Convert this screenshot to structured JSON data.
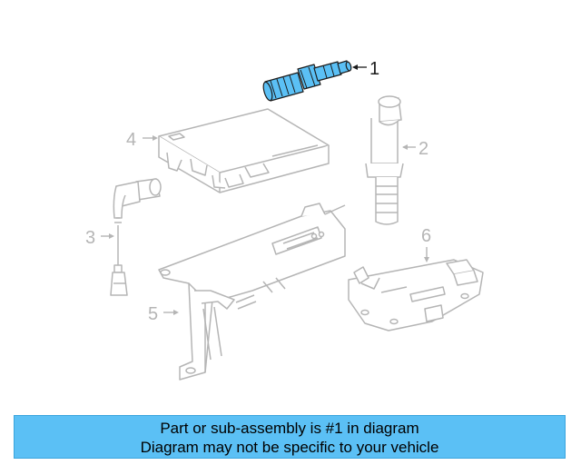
{
  "diagram": {
    "highlight_color": "#5bc0f5",
    "line_color": "#b5b5b5",
    "highlight_outline": "#1b1b1b",
    "callouts": [
      {
        "number": "1",
        "part": "spark plug",
        "highlighted": true
      },
      {
        "number": "2",
        "part": "ignition coil",
        "highlighted": false
      },
      {
        "number": "3",
        "part": "sensor with connector",
        "highlighted": false
      },
      {
        "number": "4",
        "part": "control module",
        "highlighted": false
      },
      {
        "number": "5",
        "part": "mounting bracket",
        "highlighted": false
      },
      {
        "number": "6",
        "part": "mounting plate",
        "highlighted": false
      }
    ]
  },
  "banner": {
    "line1": "Part or sub-assembly is #1 in diagram",
    "line2": "Diagram may not be specific to your vehicle",
    "background": "#5bc0f5"
  }
}
